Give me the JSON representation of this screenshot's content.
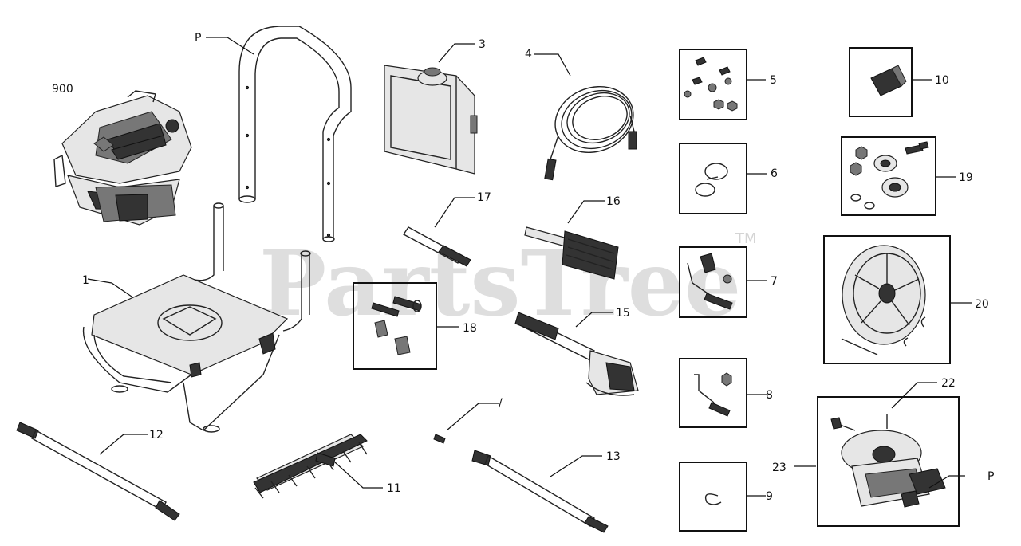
{
  "watermark": {
    "text": "PartsTree",
    "trademark": "TM"
  },
  "callouts": {
    "c900": "900",
    "c_handle": "P",
    "c3": "3",
    "c4": "4",
    "c5": "5",
    "c10": "10",
    "c6": "6",
    "c19": "19",
    "c17": "17",
    "c16": "16",
    "c7": "7",
    "c20": "20",
    "c1": "1",
    "c18": "18",
    "c15": "15",
    "c8": "8",
    "c22": "22",
    "c12": "12",
    "c11": "11",
    "c_nozzle": "/",
    "c13": "13",
    "c23": "23",
    "c_pump": "P",
    "c9": "9"
  }
}
